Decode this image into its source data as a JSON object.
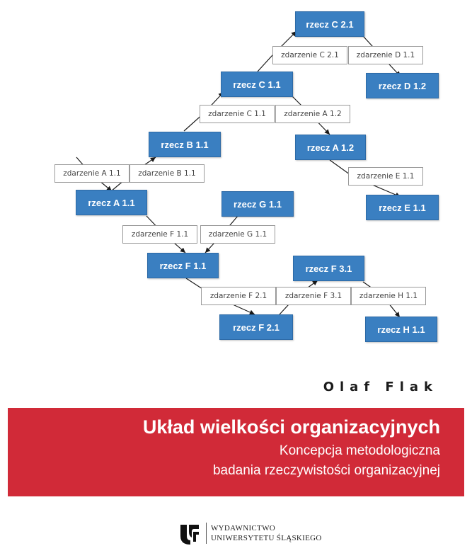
{
  "diagram": {
    "nodes": {
      "c21": "rzecz C 2.1",
      "c11": "rzecz C 1.1",
      "d12": "rzecz D 1.2",
      "b11": "rzecz B 1.1",
      "a12": "rzecz A 1.2",
      "a11": "rzecz A 1.1",
      "g11": "rzecz G 1.1",
      "e11": "rzecz E 1.1",
      "f11": "rzecz F 1.1",
      "f31": "rzecz F 3.1",
      "f21": "rzecz F 2.1",
      "h11": "rzecz H 1.1"
    },
    "events": {
      "ev_c21": "zdarzenie C 2.1",
      "ev_d11": "zdarzenie D 1.1",
      "ev_c11": "zdarzenie C 1.1",
      "ev_a12": "zdarzenie A 1.2",
      "ev_a11": "zdarzenie A 1.1",
      "ev_b11": "zdarzenie B 1.1",
      "ev_e11": "zdarzenie E 1.1",
      "ev_f11": "zdarzenie F 1.1",
      "ev_g11": "zdarzenie G 1.1",
      "ev_f21": "zdarzenie F 2.1",
      "ev_f31": "zdarzenie F 3.1",
      "ev_h11": "zdarzenie H 1.1"
    }
  },
  "author": "Olaf Flak",
  "title": "Układ wielkości organizacyjnych",
  "subtitle_line1": "Koncepcja metodologiczna",
  "subtitle_line2": "badania rzeczywistości organizacyjnej",
  "publisher": {
    "line1": "WYDAWNICTWO",
    "line2": "UNIWERSYTETU ŚLĄSKIEGO"
  },
  "colors": {
    "node_blue": "#3a7fc1",
    "band_red": "#d12a38"
  }
}
